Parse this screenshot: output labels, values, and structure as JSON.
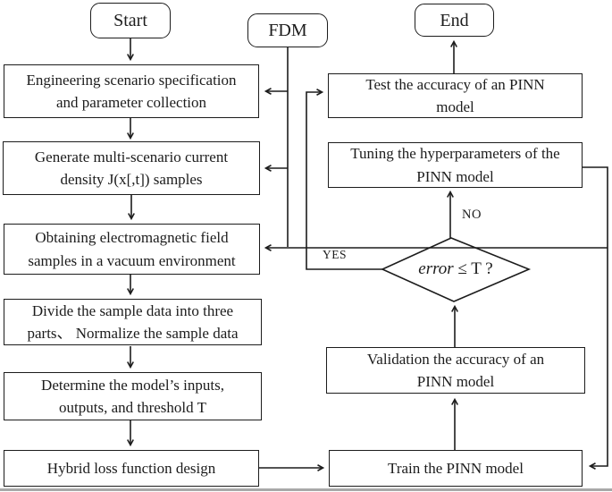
{
  "figure": {
    "title": "PINN modelling flowchart",
    "background": "#ffffff",
    "line_color": "#1c1c1c"
  },
  "terminals": {
    "start": {
      "label": "Start"
    },
    "fdm": {
      "label": "FDM"
    },
    "end": {
      "label": "End"
    }
  },
  "left_column": [
    {
      "lines": [
        "Engineering scenario specification",
        "and parameter collection"
      ]
    },
    {
      "lines": [
        "Generate multi-scenario current",
        "density J(x[,t]) samples"
      ]
    },
    {
      "lines": [
        "Obtaining electromagnetic field",
        "samples in a vacuum environment"
      ]
    },
    {
      "lines": [
        "Divide the sample data into three",
        "parts、 Normalize the sample data"
      ]
    },
    {
      "lines": [
        "Determine the model’s inputs,",
        "outputs, and threshold T"
      ]
    },
    {
      "lines": [
        "Hybrid loss function design"
      ]
    }
  ],
  "right_column": [
    {
      "lines": [
        "Test the accuracy of an PINN",
        "model"
      ]
    },
    {
      "lines": [
        "Tuning the hyperparameters of the",
        "PINN model"
      ]
    },
    {
      "lines": [
        "Validation the accuracy of an",
        "PINN model"
      ]
    },
    {
      "lines": [
        "Train the PINN model"
      ]
    }
  ],
  "decision": {
    "variable": "error",
    "condition": " ≤ T ?"
  },
  "edge_labels": {
    "yes": "YES",
    "no": "NO"
  }
}
